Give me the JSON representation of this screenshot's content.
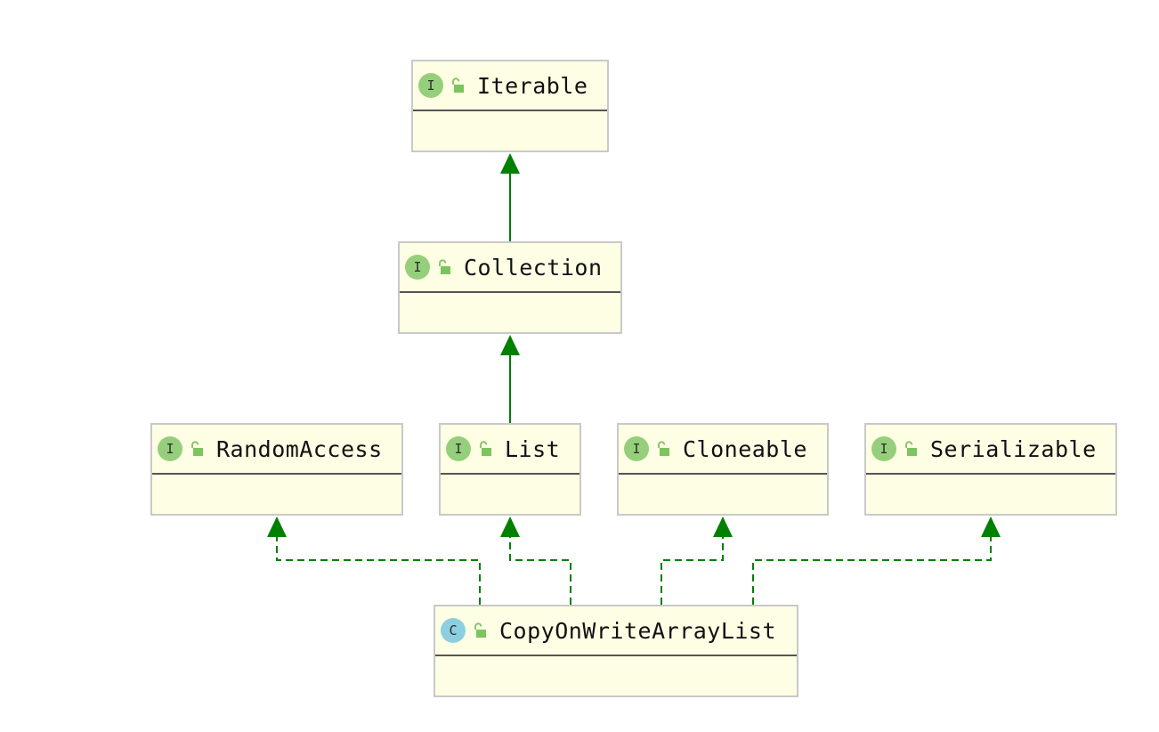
{
  "diagram": {
    "colors": {
      "box_fill": "#fefee4",
      "box_border": "#c9c9c9",
      "divider": "#555555",
      "edge": "#008000",
      "interface_badge": "#96cf7c",
      "class_badge": "#8ccfe0",
      "lock_icon": "#7cc45e"
    },
    "nodes": [
      {
        "id": "iterable",
        "kind": "interface",
        "badge": "I",
        "icon": "unlocked-padlock-icon",
        "name": "Iterable"
      },
      {
        "id": "collection",
        "kind": "interface",
        "badge": "I",
        "icon": "unlocked-padlock-icon",
        "name": "Collection"
      },
      {
        "id": "random-access",
        "kind": "interface",
        "badge": "I",
        "icon": "unlocked-padlock-icon",
        "name": "RandomAccess"
      },
      {
        "id": "list",
        "kind": "interface",
        "badge": "I",
        "icon": "unlocked-padlock-icon",
        "name": "List"
      },
      {
        "id": "cloneable",
        "kind": "interface",
        "badge": "I",
        "icon": "unlocked-padlock-icon",
        "name": "Cloneable"
      },
      {
        "id": "serializable",
        "kind": "interface",
        "badge": "I",
        "icon": "unlocked-padlock-icon",
        "name": "Serializable"
      },
      {
        "id": "copy-on-write-array-list",
        "kind": "class",
        "badge": "C",
        "icon": "unlocked-padlock-icon",
        "name": "CopyOnWriteArrayList"
      }
    ],
    "edges": [
      {
        "from": "collection",
        "to": "iterable",
        "relation": "extends",
        "style": "solid"
      },
      {
        "from": "list",
        "to": "collection",
        "relation": "extends",
        "style": "solid"
      },
      {
        "from": "copy-on-write-array-list",
        "to": "random-access",
        "relation": "implements",
        "style": "dashed"
      },
      {
        "from": "copy-on-write-array-list",
        "to": "list",
        "relation": "implements",
        "style": "dashed"
      },
      {
        "from": "copy-on-write-array-list",
        "to": "cloneable",
        "relation": "implements",
        "style": "dashed"
      },
      {
        "from": "copy-on-write-array-list",
        "to": "serializable",
        "relation": "implements",
        "style": "dashed"
      }
    ]
  }
}
